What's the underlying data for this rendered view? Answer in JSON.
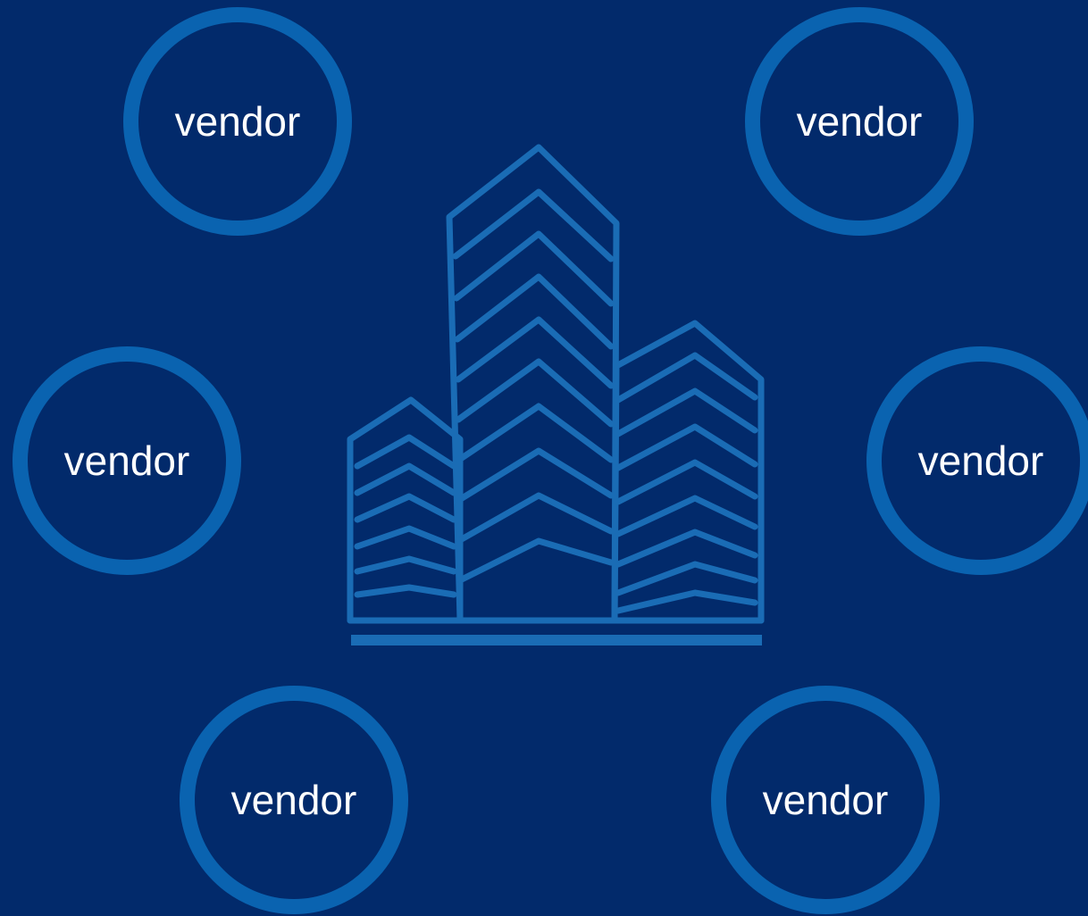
{
  "diagram": {
    "colors": {
      "background": "#022a6b",
      "circle": "#0a63b0",
      "building": "#1a6cb5",
      "text": "#ffffff"
    },
    "center_icon": "office-buildings-icon",
    "vendors": [
      {
        "label": "vendor"
      },
      {
        "label": "vendor"
      },
      {
        "label": "vendor"
      },
      {
        "label": "vendor"
      },
      {
        "label": "vendor"
      },
      {
        "label": "vendor"
      }
    ]
  }
}
